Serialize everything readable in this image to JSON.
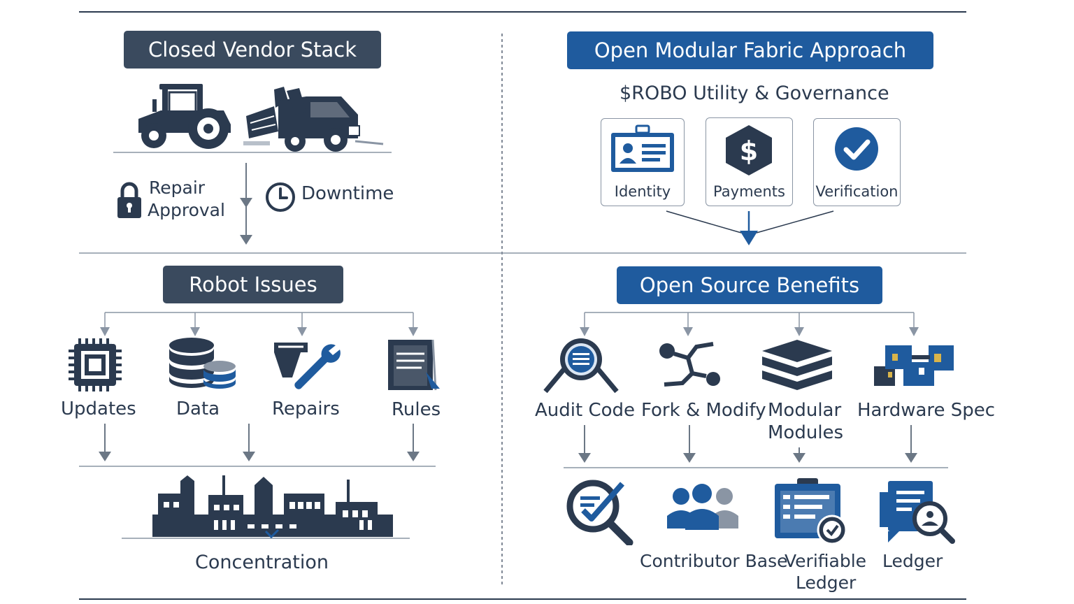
{
  "left": {
    "title": "Closed Vendor Stack",
    "repair_label": [
      "Repair",
      "Approval"
    ],
    "downtime_label": "Downtime",
    "issues_title": "Robot Issues",
    "issues": [
      "Updates",
      "Data",
      "Repairs",
      "Rules"
    ],
    "result": "Concentration"
  },
  "right": {
    "title": "Open Modular Fabric Approach",
    "utility_heading": "$ROBO Utility & Governance",
    "utility_cards": [
      "Identity",
      "Payments",
      "Verification"
    ],
    "benefits_title": "Open Source Benefits",
    "benefits": [
      {
        "lines": [
          "Audit Code"
        ]
      },
      {
        "lines": [
          "Fork & Modify"
        ]
      },
      {
        "lines": [
          "Modular",
          "Modules"
        ]
      },
      {
        "lines": [
          "Hardware Spec"
        ]
      }
    ],
    "outcomes": [
      {
        "lines": []
      },
      {
        "lines": [
          "Contributor Base"
        ]
      },
      {
        "lines": [
          "Verifiable",
          "Ledger"
        ]
      },
      {
        "lines": [
          "Ledger"
        ]
      }
    ]
  },
  "colors": {
    "dark": "#3a4a5e",
    "blue": "#1f5b9e",
    "navy": "#2b3a4f",
    "gray": "#8a95a4",
    "gold": "#d9b44a"
  }
}
